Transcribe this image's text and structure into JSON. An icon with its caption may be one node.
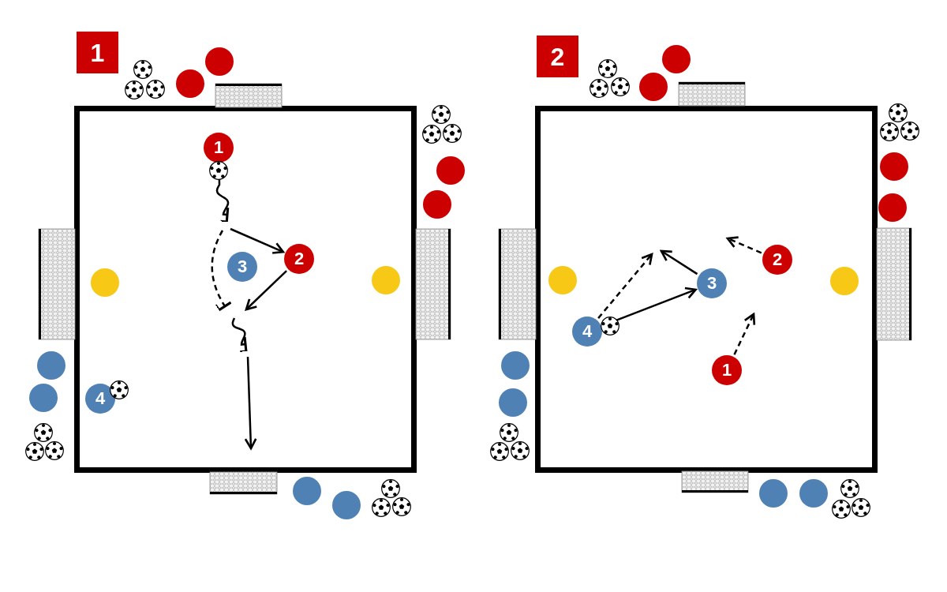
{
  "diagram": {
    "nodes": [
      {
        "text": [
          "1"
        ]
      },
      {
        "text": [
          "2"
        ]
      },
      {
        "text": [],
        "shape": "circle"
      },
      {
        "text": [],
        "shape": "circle"
      },
      {
        "text": [
          "1"
        ]
      },
      {
        "text": [],
        "shape": "circle"
      },
      {
        "text": [],
        "shape": "circle"
      },
      {
        "text": [
          "2"
        ]
      },
      {
        "text": [
          "3"
        ]
      },
      {
        "text": [],
        "shape": "circle"
      },
      {
        "text": [],
        "shape": "circle"
      },
      {
        "text": [],
        "shape": "circle"
      },
      {
        "text": [],
        "shape": "circle"
      },
      {
        "text": [
          "4"
        ]
      },
      {
        "text": [],
        "shape": "circle"
      },
      {
        "text": [],
        "shape": "circle"
      },
      {
        "text": [],
        "shape": "circle"
      },
      {
        "text": [],
        "shape": "circle"
      },
      {
        "text": [],
        "shape": "circle"
      },
      {
        "text": [],
        "shape": "circle"
      },
      {
        "text": [
          "2"
        ]
      },
      {
        "text": [
          "3"
        ]
      },
      {
        "text": [],
        "shape": "circle"
      },
      {
        "text": [],
        "shape": "circle"
      },
      {
        "text": [
          "4"
        ]
      },
      {
        "text": [
          "1"
        ]
      },
      {
        "text": [],
        "shape": "circle"
      },
      {
        "text": [],
        "shape": "circle"
      },
      {
        "text": [],
        "shape": "circle"
      },
      {
        "text": [],
        "shape": "circle"
      }
    ],
    "edges": [
      {
        "from": 4,
        "to": null,
        "arrow": "other"
      },
      {
        "from": null,
        "to": 7,
        "arrow": "to"
      },
      {
        "from": 7,
        "to": null,
        "arrow": "to"
      },
      {
        "from": 24,
        "to": 21,
        "arrow": "to"
      },
      {
        "from": 24,
        "to": null,
        "arrow": "to",
        "style": "dashed"
      },
      {
        "from": 21,
        "to": null,
        "arrow": "to"
      },
      {
        "from": 20,
        "to": null,
        "arrow": "to",
        "style": "dashed"
      },
      {
        "from": 25,
        "to": null,
        "arrow": "to",
        "style": "dashed"
      }
    ]
  }
}
